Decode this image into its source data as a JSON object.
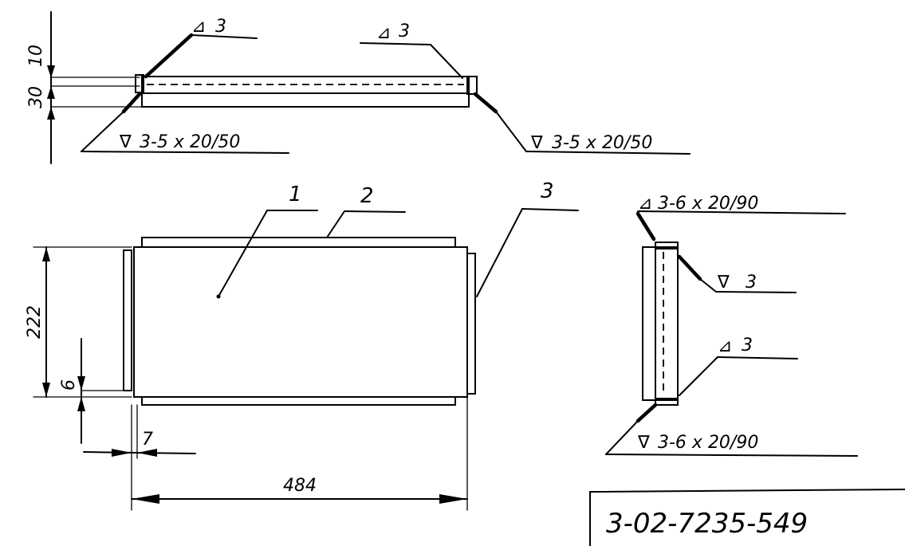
{
  "weld_symbols": {
    "top_left_upper": "3",
    "top_right_upper": "3",
    "top_left_lower": "3-5 x 20/50",
    "top_right_lower": "3-5 x 20/50",
    "side_top": "3-6 x 20/90",
    "side_mid": "3",
    "side_lower": "3",
    "side_bottom": "3-6 x 20/90"
  },
  "dimensions": {
    "d10": "10",
    "d30": "30",
    "d222": "222",
    "d6": "6",
    "d7": "7",
    "d484": "484"
  },
  "part_labels": {
    "p1": "1",
    "p2": "2",
    "p3": "3"
  },
  "drawing_number": "3-02-7235-549"
}
